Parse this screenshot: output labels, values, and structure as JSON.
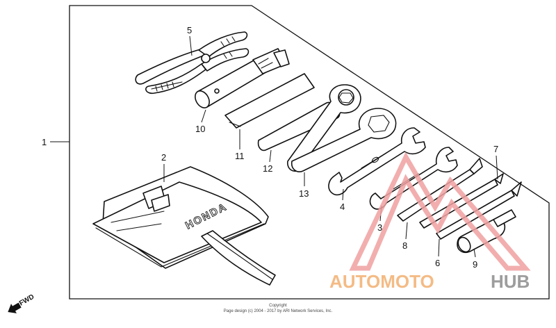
{
  "diagram": {
    "callouts": {
      "kit": "1",
      "bag": "2",
      "wrench_a": "3",
      "wrench_b": "4",
      "pliers": "5",
      "screwdriver_a": "6",
      "screwdriver_b": "7",
      "screwdriver_c": "8",
      "handle": "9",
      "socket_wrench": "10",
      "bar": "11",
      "strap_a": "12",
      "ring_wrench": "13"
    },
    "bag_brand": "HONDA",
    "direction_label": "FWD",
    "copyright_line1": "Copyright",
    "copyright_line2": "Page design (c) 2004 - 2017 by ARI Network Services, Inc."
  },
  "watermark": {
    "text_left": "AUTOMOTO",
    "text_right": "HUB",
    "color_accent": "#f0a0a0",
    "color_text": "#f3b070",
    "color_dark": "#8c8c8c"
  }
}
